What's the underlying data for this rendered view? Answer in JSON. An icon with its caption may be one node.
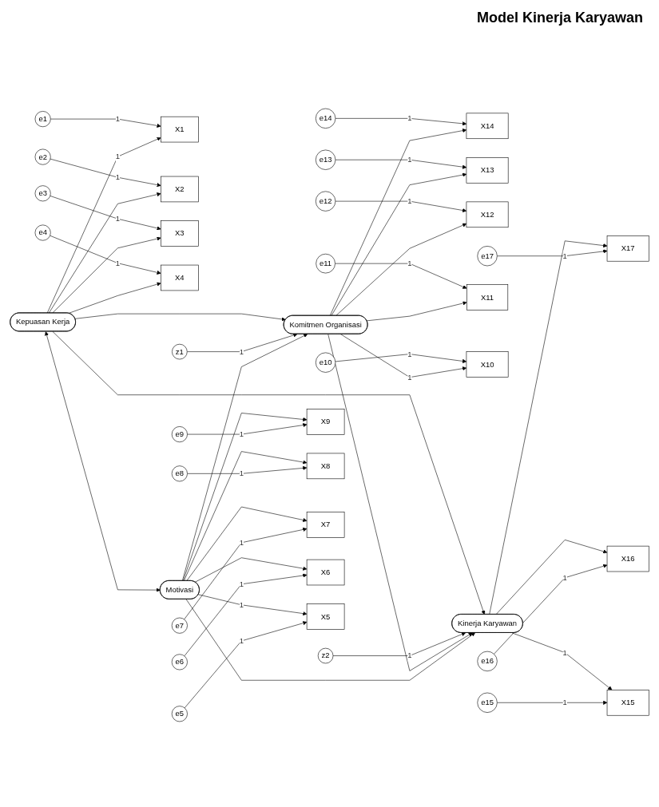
{
  "diagram": {
    "title": "Model Kinerja Karyawan",
    "nodes": [
      {
        "text": [
          "e1"
        ]
      },
      {
        "text": [
          "e2"
        ]
      },
      {
        "text": [
          "e3"
        ]
      },
      {
        "text": [
          "e4"
        ]
      },
      {
        "text": [
          "X1"
        ]
      },
      {
        "text": [
          "X2"
        ]
      },
      {
        "text": [
          "X3"
        ]
      },
      {
        "text": [
          "X4"
        ]
      },
      {
        "text": [
          "Kepuasan Kerja"
        ]
      },
      {
        "text": [
          "z1"
        ]
      },
      {
        "text": [
          "z2"
        ]
      },
      {
        "text": [
          "e14"
        ]
      },
      {
        "text": [
          "X14"
        ]
      },
      {
        "text": [
          "e13"
        ]
      },
      {
        "text": [
          "X13"
        ]
      },
      {
        "text": [
          "e12"
        ]
      },
      {
        "text": [
          "X12"
        ]
      },
      {
        "text": [
          "Komitmen Organisasi"
        ]
      },
      {
        "text": [
          "Kinerja Karyawan"
        ]
      },
      {
        "text": [
          "e11"
        ]
      },
      {
        "text": [
          "X11"
        ]
      },
      {
        "text": [
          "e10"
        ]
      },
      {
        "text": [
          "X10"
        ]
      },
      {
        "text": [
          "X17"
        ]
      },
      {
        "text": [
          "X16"
        ]
      },
      {
        "text": [
          "X15"
        ]
      },
      {
        "text": [
          "e17"
        ]
      },
      {
        "text": [
          "e16"
        ]
      },
      {
        "text": [
          "e15"
        ]
      },
      {
        "text": [
          "Motivasi"
        ]
      },
      {
        "text": [
          "X9"
        ]
      },
      {
        "text": [
          "X8"
        ]
      },
      {
        "text": [
          "X7"
        ]
      },
      {
        "text": [
          "X6"
        ]
      },
      {
        "text": [
          "X5"
        ]
      },
      {
        "text": [
          "e9"
        ]
      },
      {
        "text": [
          "e8"
        ]
      },
      {
        "text": [
          "e7"
        ]
      },
      {
        "text": [
          "e6"
        ]
      },
      {
        "text": [
          "e5"
        ]
      }
    ],
    "edges": [
      {
        "from": 0,
        "to": 4,
        "arrow": "to",
        "label": "1"
      },
      {
        "from": 1,
        "to": 5,
        "arrow": "to",
        "label": "1"
      },
      {
        "from": 2,
        "to": 6,
        "arrow": "to",
        "label": "1"
      },
      {
        "from": 3,
        "to": 7,
        "arrow": "to",
        "label": "1"
      },
      {
        "from": 8,
        "to": 4,
        "arrow": "to",
        "label": "1"
      },
      {
        "from": 8,
        "to": 5,
        "arrow": "to"
      },
      {
        "from": 8,
        "to": 6,
        "arrow": "to"
      },
      {
        "from": 8,
        "to": 7,
        "arrow": "to"
      },
      {
        "from": 8,
        "to": 17,
        "arrow": "to"
      },
      {
        "from": 8,
        "to": 18,
        "arrow": "to"
      },
      {
        "from": 8,
        "to": 29,
        "arrow": "both"
      },
      {
        "from": 9,
        "to": 17,
        "arrow": "to",
        "label": "1"
      },
      {
        "from": 10,
        "to": 18,
        "arrow": "to",
        "label": "1"
      },
      {
        "from": 11,
        "to": 12,
        "arrow": "to",
        "label": "1"
      },
      {
        "from": 13,
        "to": 14,
        "arrow": "to",
        "label": "1"
      },
      {
        "from": 15,
        "to": 16,
        "arrow": "to",
        "label": "1"
      },
      {
        "from": 19,
        "to": 20,
        "arrow": "to",
        "label": "1"
      },
      {
        "from": 21,
        "to": 22,
        "arrow": "to",
        "label": "1"
      },
      {
        "from": 17,
        "to": 12,
        "arrow": "to"
      },
      {
        "from": 17,
        "to": 14,
        "arrow": "to"
      },
      {
        "from": 17,
        "to": 16,
        "arrow": "to"
      },
      {
        "from": 17,
        "to": 20,
        "arrow": "to"
      },
      {
        "from": 17,
        "to": 22,
        "arrow": "to",
        "label": "1"
      },
      {
        "from": 17,
        "to": 18,
        "arrow": "to"
      },
      {
        "from": 29,
        "to": 17,
        "arrow": "to"
      },
      {
        "from": 29,
        "to": 18,
        "arrow": "to"
      },
      {
        "from": 18,
        "to": 23,
        "arrow": "to"
      },
      {
        "from": 18,
        "to": 24,
        "arrow": "to"
      },
      {
        "from": 18,
        "to": 25,
        "arrow": "to",
        "label": "1"
      },
      {
        "from": 26,
        "to": 23,
        "arrow": "to",
        "label": "1"
      },
      {
        "from": 27,
        "to": 24,
        "arrow": "to",
        "label": "1"
      },
      {
        "from": 28,
        "to": 25,
        "arrow": "to",
        "label": "1"
      },
      {
        "from": 29,
        "to": 30,
        "arrow": "to"
      },
      {
        "from": 29,
        "to": 31,
        "arrow": "to"
      },
      {
        "from": 29,
        "to": 32,
        "arrow": "to"
      },
      {
        "from": 29,
        "to": 33,
        "arrow": "to"
      },
      {
        "from": 29,
        "to": 34,
        "arrow": "to",
        "label": "1"
      },
      {
        "from": 35,
        "to": 30,
        "arrow": "to",
        "label": "1"
      },
      {
        "from": 36,
        "to": 31,
        "arrow": "to",
        "label": "1"
      },
      {
        "from": 37,
        "to": 32,
        "arrow": "to",
        "label": "1"
      },
      {
        "from": 38,
        "to": 33,
        "arrow": "to",
        "label": "1"
      },
      {
        "from": 39,
        "to": 34,
        "arrow": "to",
        "label": "1"
      }
    ]
  }
}
